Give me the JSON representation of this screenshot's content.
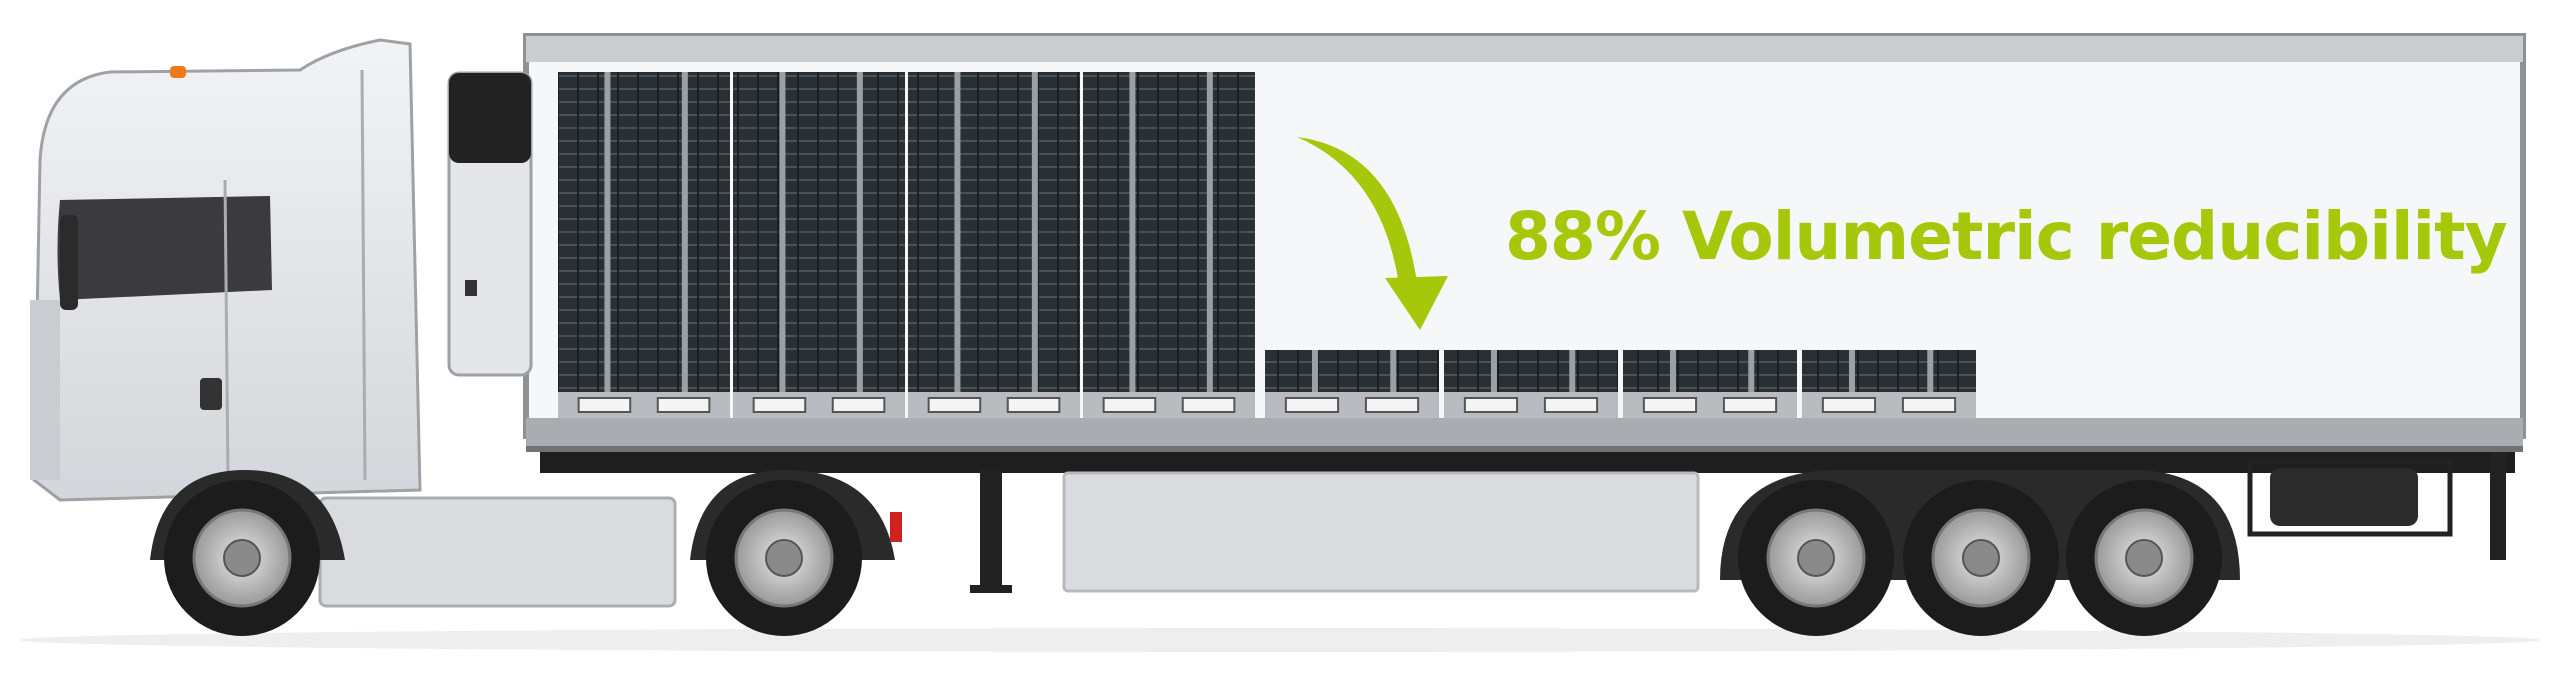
{
  "infographic": {
    "headline": "88% Volumetric reducibility",
    "accent_color": "#a6c70a",
    "crate_stacks_full": 4,
    "crate_stacks_collapsed": 4
  }
}
